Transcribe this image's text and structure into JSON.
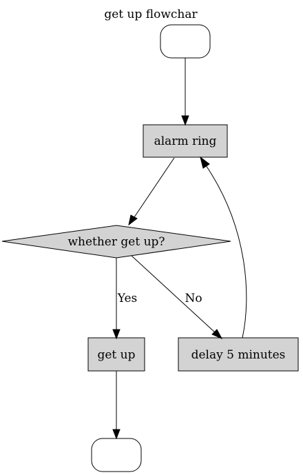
{
  "diagram": {
    "title": "get up flowchar",
    "nodes": {
      "start": {
        "label": ""
      },
      "alarm": {
        "label": "alarm ring"
      },
      "decision": {
        "label": "whether get up?"
      },
      "getup": {
        "label": "get up"
      },
      "delay": {
        "label": "delay 5 minutes"
      },
      "end": {
        "label": ""
      }
    },
    "edges": {
      "yes": {
        "label": "Yes"
      },
      "no": {
        "label": "No"
      }
    },
    "colors": {
      "node_fill": "#d3d3d3",
      "terminal_fill": "#ffffff",
      "stroke": "#000000"
    }
  }
}
